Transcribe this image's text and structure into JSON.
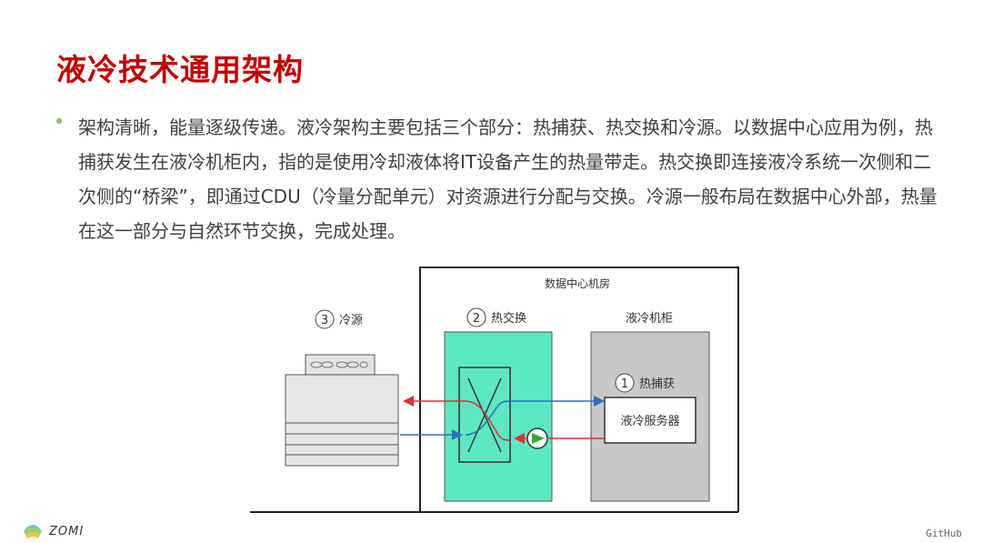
{
  "title": "液冷技术通用架构",
  "paragraph": "架构清晰，能量逐级传递。液冷架构主要包括三个部分：热捕获、热交换和冷源。以数据中心应用为例，热捕获发生在液冷机柜内，指的是使用冷却液体将IT设备产生的热量带走。热交换即连接液冷系统一次侧和二次侧的“桥梁”，即通过CDU（冷量分配单元）对资源进行分配与交换。冷源一般布局在数据中心外部，热量在这一部分与自然环节交换，完成处理。",
  "diagram": {
    "room_label": "数据中心机房",
    "cold_source": {
      "num": "3",
      "label": "冷源"
    },
    "heat_exchange": {
      "num": "2",
      "label": "热交换"
    },
    "cabinet": {
      "label": "液冷机柜"
    },
    "heat_capture": {
      "num": "1",
      "label": "热捕获"
    },
    "server": {
      "label": "液冷服务器"
    },
    "colors": {
      "hot": "#e03030",
      "cold": "#2f6fc0",
      "exchanger": "#5de8c4",
      "cabinet": "#c8c8c8",
      "pump": "#3aaa35"
    }
  },
  "footer": {
    "brand": "ZOMI",
    "right": "GitHub"
  }
}
